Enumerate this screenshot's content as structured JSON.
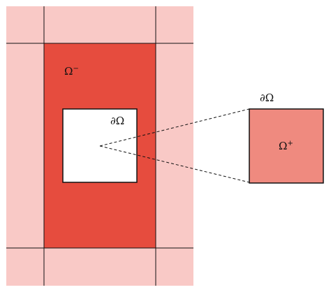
{
  "labels": {
    "omega_minus": "Ω",
    "omega_minus_sup": "−",
    "boundary_inner": "∂Ω",
    "boundary_zoom": "∂Ω",
    "omega_plus": "Ω",
    "omega_plus_sup": "+"
  },
  "colors": {
    "outer_band": "#f9c9c6",
    "omega_minus_fill": "#e64c3e",
    "hole_fill": "#ffffff",
    "omega_plus_fill": "#ef8a7f",
    "stroke": "#111111"
  }
}
